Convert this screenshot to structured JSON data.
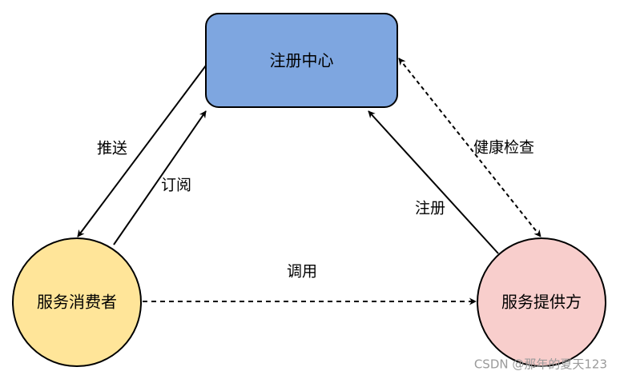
{
  "nodes": {
    "registry": {
      "label": "注册中心",
      "fill": "#7ea6e0",
      "stroke": "#000000"
    },
    "consumer": {
      "label": "服务消费者",
      "fill": "#ffe599",
      "stroke": "#000000"
    },
    "provider": {
      "label": "服务提供方",
      "fill": "#f8cecc",
      "stroke": "#000000"
    }
  },
  "edges": {
    "push": {
      "label": "推送",
      "style": "solid"
    },
    "subscribe": {
      "label": "订阅",
      "style": "solid"
    },
    "register": {
      "label": "注册",
      "style": "solid"
    },
    "health_check": {
      "label": "健康检查",
      "style": "dashed"
    },
    "invoke": {
      "label": "调用",
      "style": "dashed"
    }
  },
  "watermark": "CSDN @那年的夏天123"
}
